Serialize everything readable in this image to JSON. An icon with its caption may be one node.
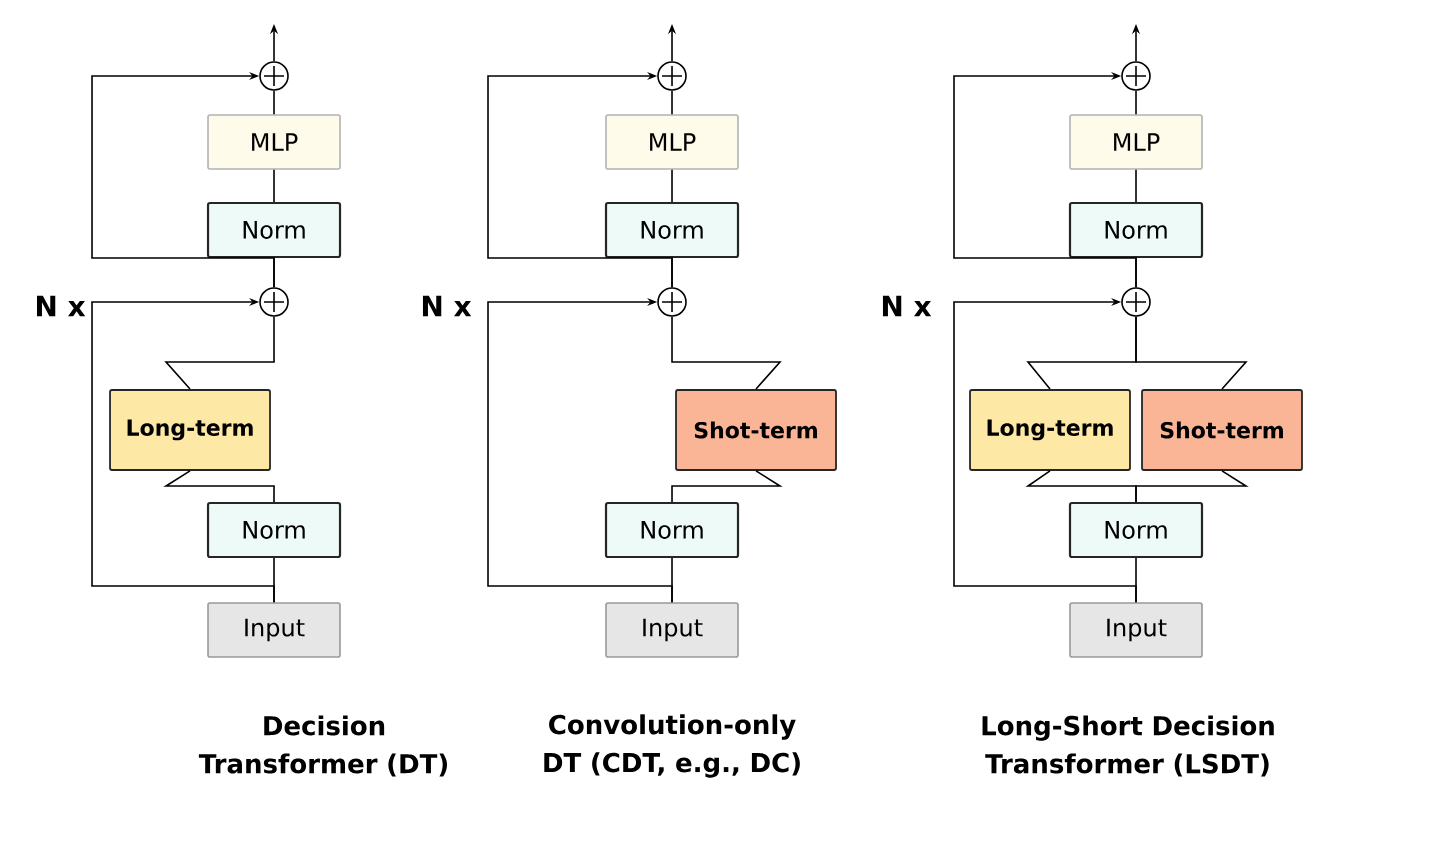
{
  "diagram": {
    "nodes": [
      {
        "text": [],
        "shape": "circle"
      },
      {
        "text": [
          "MLP"
        ]
      },
      {
        "text": [
          "Norm"
        ]
      },
      {
        "text": [],
        "shape": "circle"
      },
      {
        "text": [
          "Long-term"
        ]
      },
      {
        "text": [
          "Norm"
        ]
      },
      {
        "text": [
          "Input"
        ]
      },
      {
        "text": [],
        "shape": "circle"
      },
      {
        "text": [
          "MLP"
        ]
      },
      {
        "text": [
          "Norm"
        ]
      },
      {
        "text": [],
        "shape": "circle"
      },
      {
        "text": [
          "Shot-term"
        ]
      },
      {
        "text": [
          "Norm"
        ]
      },
      {
        "text": [
          "Input"
        ]
      },
      {
        "text": [],
        "shape": "circle"
      },
      {
        "text": [
          "MLP"
        ]
      },
      {
        "text": [
          "Norm"
        ]
      },
      {
        "text": [],
        "shape": "circle"
      },
      {
        "text": [
          "Long-term"
        ]
      },
      {
        "text": [
          "Shot-term"
        ]
      },
      {
        "text": [
          "Norm"
        ]
      },
      {
        "text": [
          "Input"
        ]
      }
    ],
    "edges": [
      {
        "from": 0,
        "to": null,
        "arrow": "to"
      },
      {
        "from": 1,
        "to": 0,
        "arrow": "none"
      },
      {
        "from": 2,
        "to": 1,
        "arrow": "none"
      },
      {
        "from": 3,
        "to": 2,
        "arrow": "none"
      },
      {
        "from": 3,
        "to": 0,
        "arrow": "to"
      },
      {
        "from": 4,
        "to": 3,
        "arrow": "none"
      },
      {
        "from": 5,
        "to": 4,
        "arrow": "none"
      },
      {
        "from": 6,
        "to": 5,
        "arrow": "none"
      },
      {
        "from": 6,
        "to": 3,
        "arrow": "to"
      },
      {
        "from": 7,
        "to": null,
        "arrow": "to"
      },
      {
        "from": 8,
        "to": 7,
        "arrow": "none"
      },
      {
        "from": 9,
        "to": 8,
        "arrow": "none"
      },
      {
        "from": 10,
        "to": 9,
        "arrow": "none"
      },
      {
        "from": 10,
        "to": 7,
        "arrow": "to"
      },
      {
        "from": 11,
        "to": 10,
        "arrow": "none"
      },
      {
        "from": 12,
        "to": 11,
        "arrow": "none"
      },
      {
        "from": 13,
        "to": 12,
        "arrow": "none"
      },
      {
        "from": 13,
        "to": 10,
        "arrow": "to"
      },
      {
        "from": 14,
        "to": null,
        "arrow": "to"
      },
      {
        "from": 15,
        "to": 14,
        "arrow": "none"
      },
      {
        "from": 16,
        "to": 15,
        "arrow": "none"
      },
      {
        "from": 17,
        "to": 16,
        "arrow": "none"
      },
      {
        "from": 17,
        "to": 14,
        "arrow": "to"
      },
      {
        "from": 18,
        "to": 17,
        "arrow": "none"
      },
      {
        "from": 19,
        "to": 17,
        "arrow": "none"
      },
      {
        "from": 20,
        "to": 18,
        "arrow": "none"
      },
      {
        "from": 20,
        "to": 19,
        "arrow": "none"
      },
      {
        "from": 21,
        "to": 20,
        "arrow": "none"
      },
      {
        "from": 21,
        "to": 17,
        "arrow": "to"
      }
    ],
    "labels": [
      "N x",
      "N x",
      "N x",
      "Decision Transformer (DT)",
      "Convolution-only DT (CDT, e.g., DC)",
      "Long-Short Decision Transformer (LSDT)"
    ]
  }
}
